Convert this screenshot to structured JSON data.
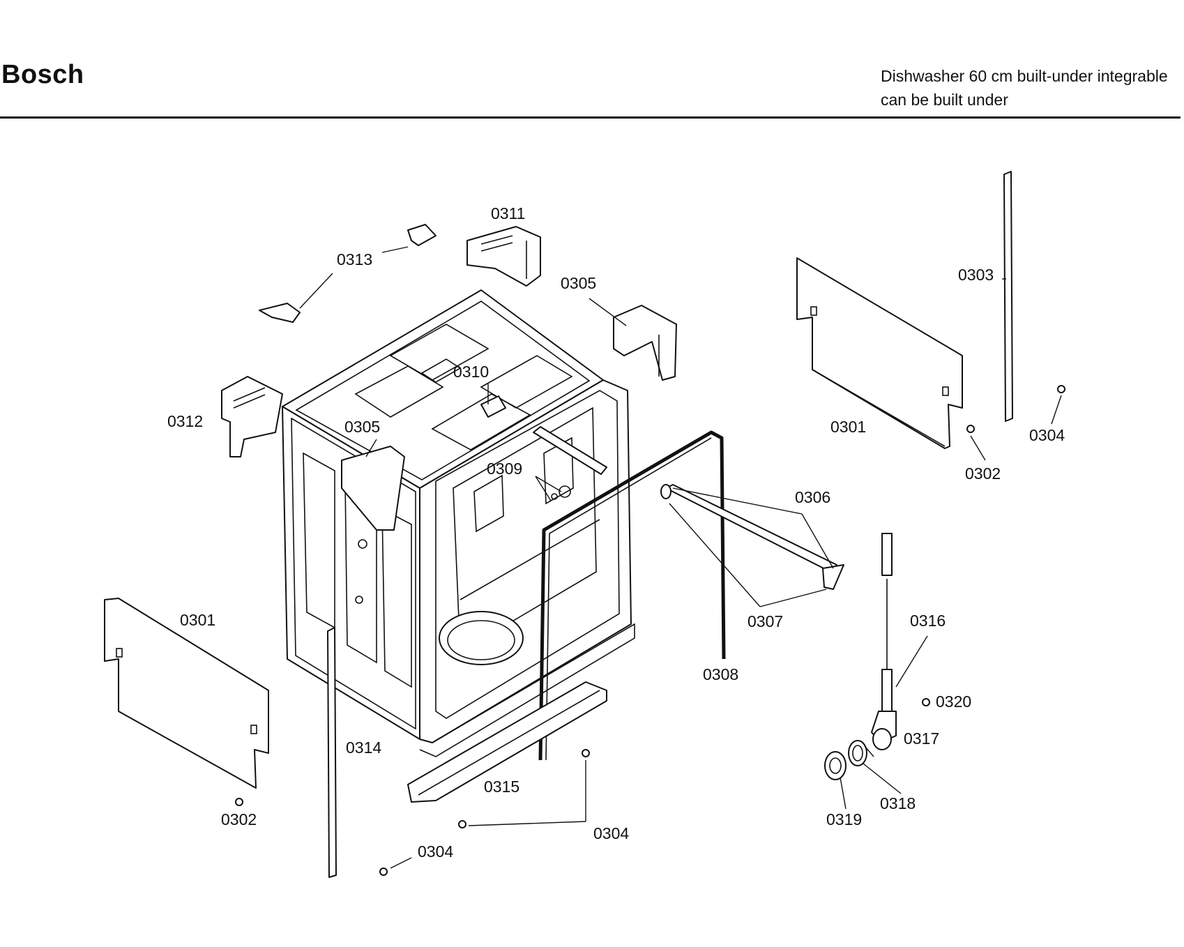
{
  "header": {
    "brand": "Bosch",
    "description_line1": "Dishwasher 60 cm built-under integrable",
    "description_line2": "can be built under"
  },
  "parts": {
    "p0311": "0311",
    "p0313": "0313",
    "p0305a": "0305",
    "p0305b": "0305",
    "p0310": "0310",
    "p0312": "0312",
    "p0309": "0309",
    "p0303": "0303",
    "p0301a": "0301",
    "p0301b": "0301",
    "p0304a": "0304",
    "p0304b": "0304",
    "p0304c": "0304",
    "p0302a": "0302",
    "p0302b": "0302",
    "p0306": "0306",
    "p0307": "0307",
    "p0308": "0308",
    "p0316": "0316",
    "p0320": "0320",
    "p0317": "0317",
    "p0318": "0318",
    "p0319": "0319",
    "p0314": "0314",
    "p0315": "0315"
  }
}
